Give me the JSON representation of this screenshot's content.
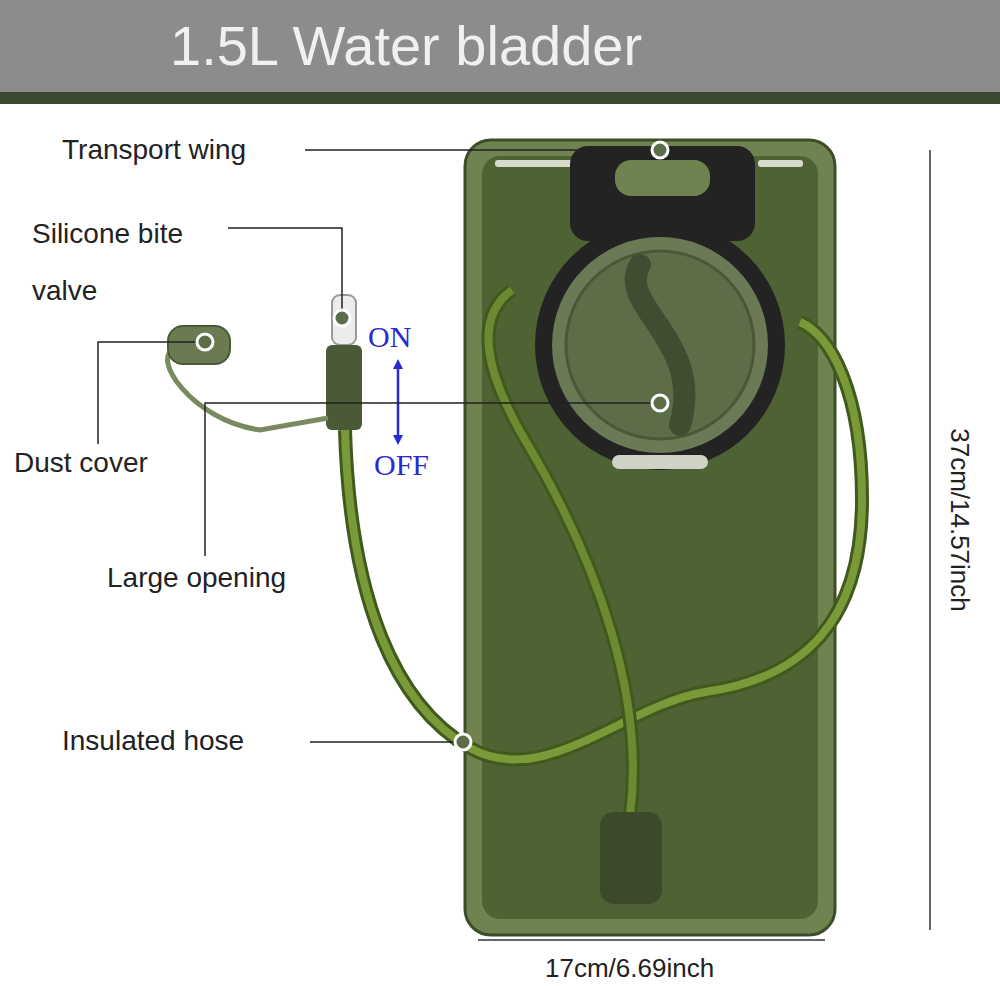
{
  "diagram": {
    "title": "1.5L Water bladder",
    "labels": [
      "Transport wing",
      "Silicone bite valve",
      "ON",
      "Dust cover",
      "OFF",
      "Large opening",
      "Insulated hose",
      "37cm/14.57inch",
      "17cm/6.69inch"
    ]
  }
}
